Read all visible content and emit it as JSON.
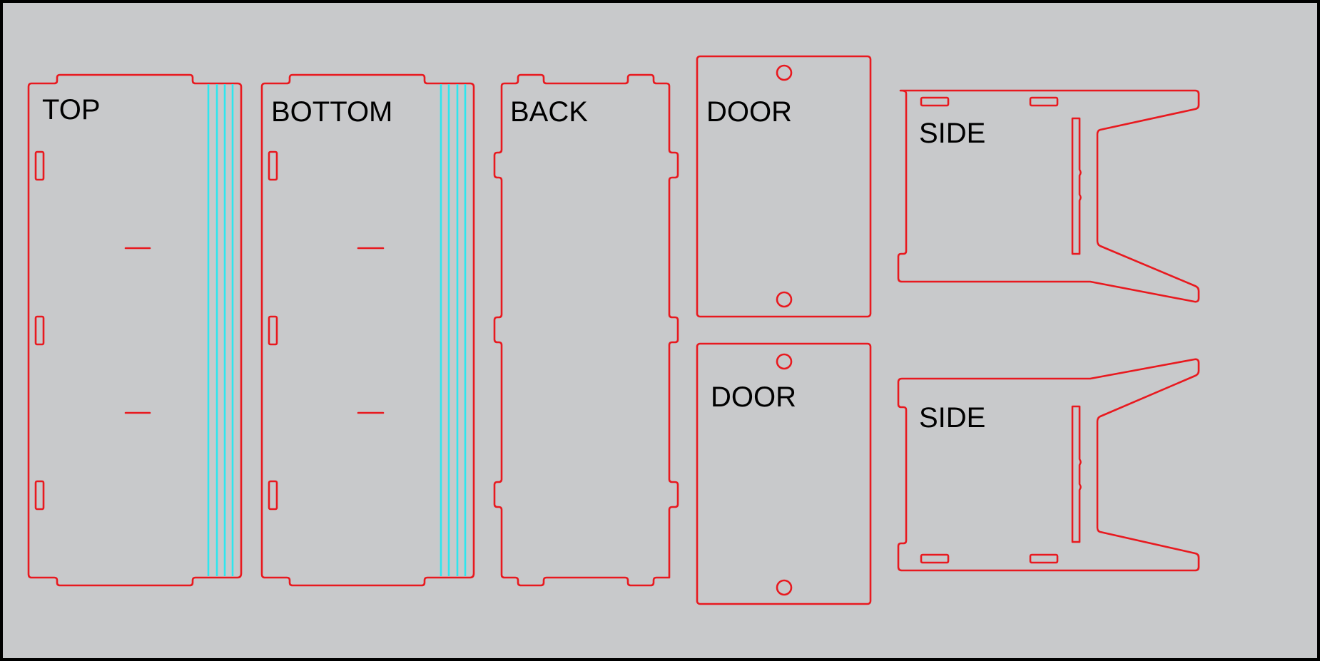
{
  "colors": {
    "border": "#000000",
    "background": "#c8c9cb",
    "cut_line": "#e8191f",
    "score_line": "#2ee6ee",
    "label_text": "#000000"
  },
  "parts": {
    "top": "TOP",
    "bottom": "BOTTOM",
    "back": "BACK",
    "door_1": "DOOR",
    "door_2": "DOOR",
    "side_1": "SIDE",
    "side_2": "SIDE"
  }
}
